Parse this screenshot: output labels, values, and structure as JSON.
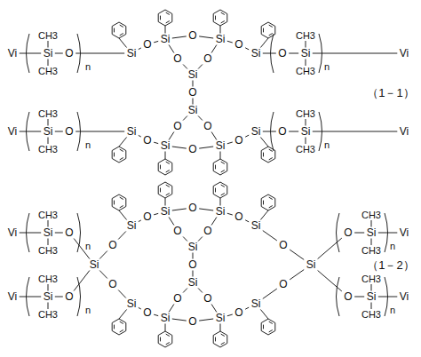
{
  "diagram": {
    "labels": [
      "Vi",
      "CH3",
      "Si",
      "CH3",
      "O",
      "n",
      "Vi",
      "CH3",
      "Si",
      "CH3",
      "O",
      "n",
      "Si",
      "O",
      "Si",
      "O",
      "Si",
      "O",
      "Si",
      "O",
      "O",
      "Si",
      "O",
      "Si",
      "O",
      "O",
      "Si",
      "O",
      "Si",
      "O",
      "Si",
      "O",
      "Si",
      "O",
      "CH3",
      "Si",
      "CH3",
      "n",
      "Vi",
      "O",
      "CH3",
      "Si",
      "CH3",
      "n",
      "Vi",
      "（1－1）",
      "Vi",
      "CH3",
      "Si",
      "CH3",
      "O",
      "n",
      "Vi",
      "CH3",
      "Si",
      "CH3",
      "O",
      "n",
      "O",
      "Si",
      "O",
      "Si",
      "O",
      "Si",
      "O",
      "Si",
      "O",
      "Si",
      "O",
      "O",
      "Si",
      "O",
      "Si",
      "O",
      "O",
      "Si",
      "O",
      "Si",
      "O",
      "Si",
      "O",
      "Si",
      "O",
      "Si",
      "O",
      "O",
      "CH3",
      "Si",
      "CH3",
      "n",
      "Vi",
      "O",
      "CH3",
      "Si",
      "CH3",
      "n",
      "Vi",
      "（1－2）"
    ]
  }
}
